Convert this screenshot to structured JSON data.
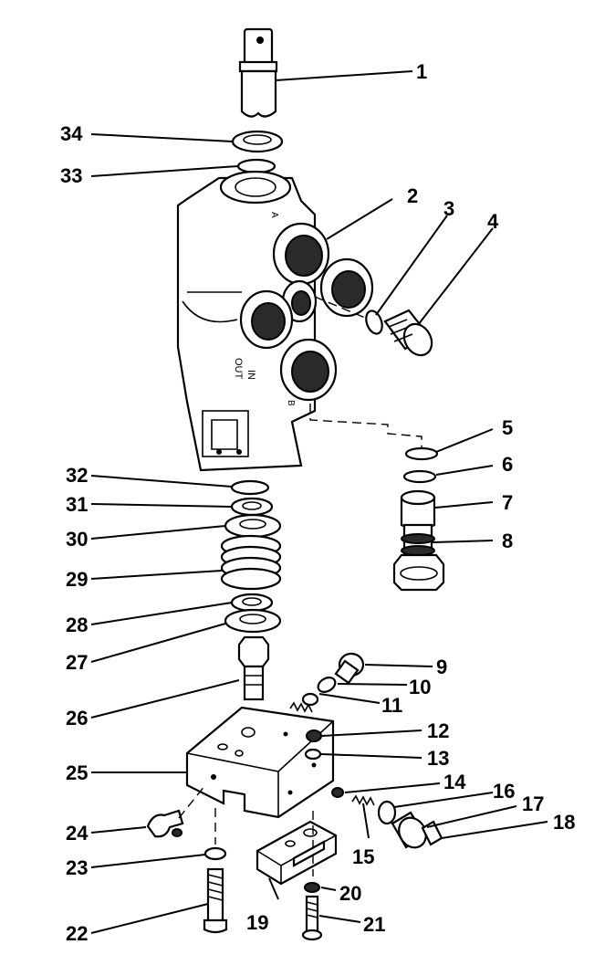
{
  "callouts": [
    "1",
    "2",
    "3",
    "4",
    "5",
    "6",
    "7",
    "8",
    "9",
    "10",
    "11",
    "12",
    "13",
    "14",
    "15",
    "16",
    "17",
    "18",
    "19",
    "20",
    "21",
    "22",
    "23",
    "24",
    "25",
    "26",
    "27",
    "28",
    "29",
    "30",
    "31",
    "32",
    "33",
    "34"
  ],
  "body_markings": {
    "out": "OUT",
    "in": "IN",
    "a": "A",
    "b": "B"
  }
}
